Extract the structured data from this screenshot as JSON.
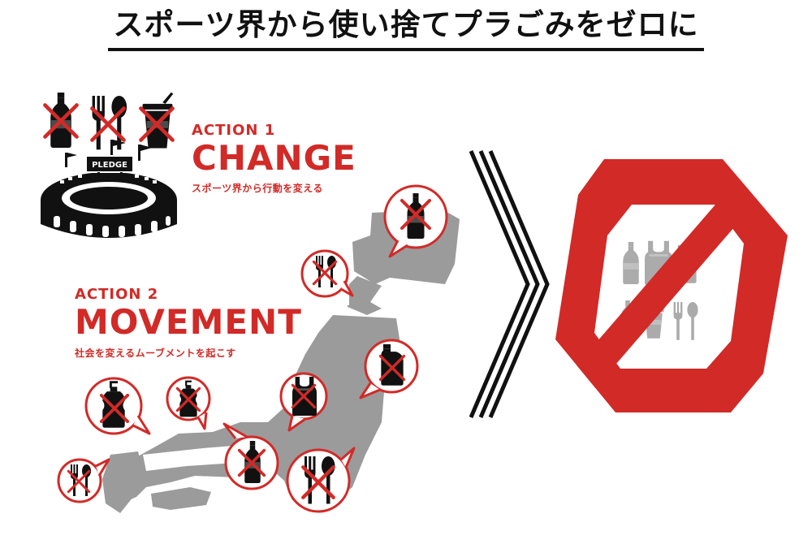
{
  "title": "スポーツ界から使い捨てプラごみをゼロに",
  "action1": {
    "kicker": "ACTION 1",
    "heading": "CHANGE",
    "subtitle": "スポーツ界から行動を変える",
    "sign": "PLEDGE"
  },
  "action2": {
    "kicker": "ACTION 2",
    "heading": "MOVEMENT",
    "subtitle": "社会を変えるムーブメントを起こす"
  },
  "result": {
    "symbol": "0"
  },
  "colors": {
    "accent": "#d22a27",
    "map": "#9b9b9b",
    "ink": "#111111"
  },
  "icons": [
    "bottle-icon",
    "cutlery-icon",
    "cup-icon",
    "stadium-icon",
    "detergent-bottle-icon",
    "pump-bottle-icon",
    "plastic-bag-icon",
    "cross-icon"
  ]
}
